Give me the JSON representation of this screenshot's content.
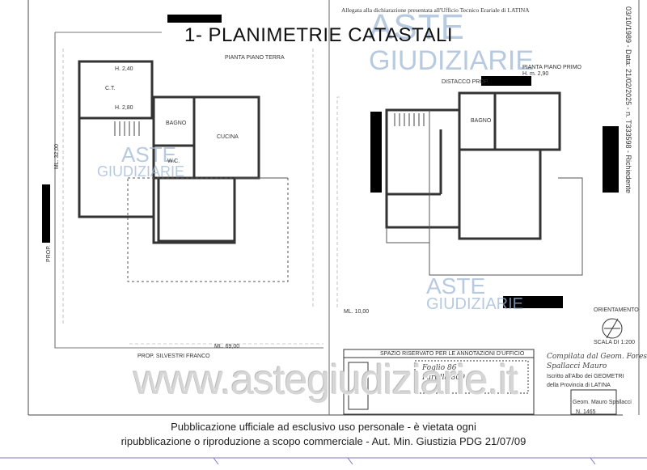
{
  "document": {
    "title": "1- PLANIMETRIE CATASTALI",
    "watermark_top": "ASTE",
    "watermark_top2": "GIUDIZIARIE",
    "watermark_mid_a": "ASTE",
    "watermark_mid_b": "GIUDIZIARIE",
    "watermark_lower_a": "ASTE",
    "watermark_lower_b": "GIUDIZIARIE",
    "watermark_url": "www.astegiudiziarie.it",
    "allegata_text": "Allegata alla dichiarazione presentata all'Ufficio Tecnico Erariale di LATINA",
    "side_stamp": "03/10/1989 - Data: 21/02/2025 - n. T333598 - Richiedente",
    "footer_line1": "Pubblicazione ufficiale ad esclusivo uso personale - è vietata ogni",
    "footer_line2": "ripubblicazione o riproduzione a scopo commerciale - Aut. Min. Giustizia PDG 21/07/09"
  },
  "plan_left": {
    "floor_label": "PIANTA PIANO TERRA",
    "room_ct": "C.T.",
    "room_bagno": "BAGNO",
    "room_cucina": "CUCINA",
    "room_wc": "W.C.",
    "h_label_1": "H. 2,40",
    "h_label_2": "H. 2,80",
    "road_label": "PROP. SILVESTRI FRANCO",
    "measure_label": "ML. 69,00",
    "side_label": "ML. 32,00",
    "prop_label": "PROP."
  },
  "plan_right": {
    "floor_label": "PIANTA PIANO PRIMO",
    "h_label": "H. m. 2,90",
    "distacco": "DISTACCO PROP.",
    "room_bagno": "BAGNO",
    "dist_label": "ML. 10,00"
  },
  "cartouche": {
    "header": "SPAZIO RISERVATO PER LE ANNOTAZIONI D'UFFICIO",
    "foglio": "Foglio 86",
    "particella": "Part.lla 809",
    "orientamento": "ORIENTAMENTO",
    "scala": "SCALA DI 1:200",
    "compilata_da": "Compilata dal Geom. Forest",
    "nome": "Spallacci Mauro",
    "iscritto": "Iscritto all'Albo dei GEOMETRI",
    "provincia": "della Provincia di LATINA",
    "n_label": "N. 1465",
    "stamp": "Geom. Mauro Spallacci"
  },
  "colors": {
    "watermark": "#9fb9d6",
    "lines": "#555555",
    "redaction": "#000000"
  }
}
